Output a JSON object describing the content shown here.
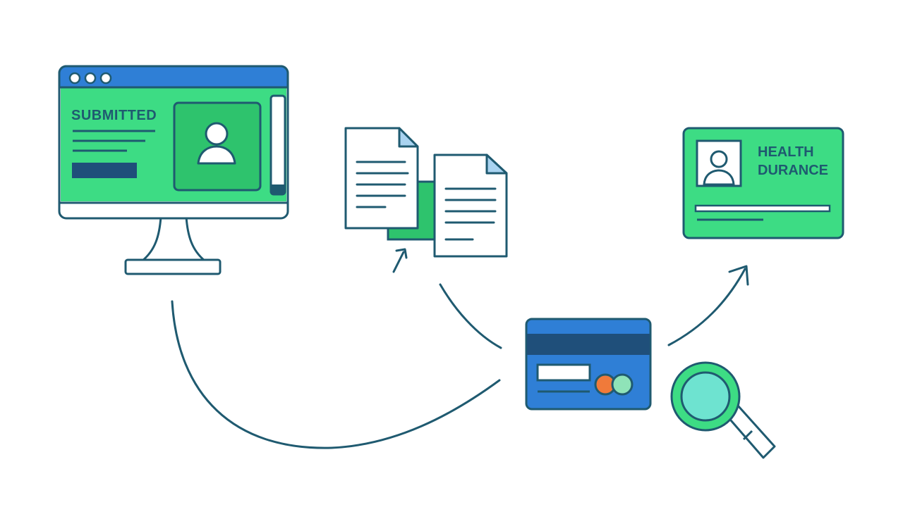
{
  "colors": {
    "background": "#ffffff",
    "outline": "#1f5a70",
    "green": "#3ddc84",
    "green_dark": "#2ec36d",
    "blue": "#2f7fd6",
    "blue_dark": "#1f4f7a",
    "paper": "#ffffff",
    "doc_fold": "#a9d3f0",
    "orange": "#f07a3a",
    "mint": "#8fe3b8",
    "teal_lens": "#6ee3d0"
  },
  "monitor": {
    "status_text": "SUBMITTED",
    "icons": [
      "window-dot-icon",
      "user-avatar-icon"
    ]
  },
  "documents": {
    "icons": [
      "document-icon",
      "document-icon"
    ]
  },
  "payment_card": {
    "icons": [
      "credit-card-icon"
    ]
  },
  "magnifier": {
    "icons": [
      "magnifying-glass-icon"
    ]
  },
  "insurance_card": {
    "title_line1": "HEALTH",
    "title_line2": "DURANCE",
    "icons": [
      "user-avatar-icon"
    ]
  }
}
